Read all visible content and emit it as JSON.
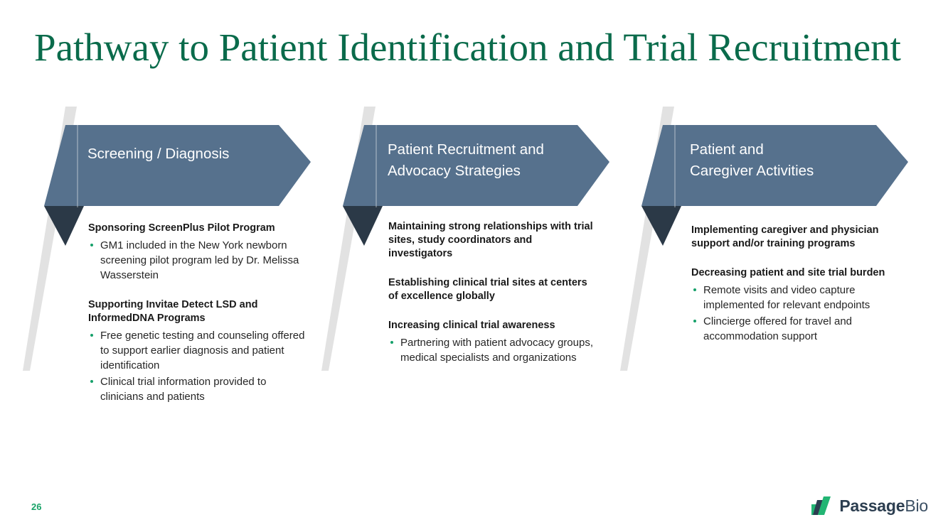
{
  "slide": {
    "title": "Pathway to Patient Identification and Trial Recruitment",
    "page_number": "26",
    "colors": {
      "title_green": "#0A6B4B",
      "banner_blue": "#56718D",
      "fold_navy": "#2B3947",
      "bullet_green": "#16A06A",
      "logo_green": "#22B573",
      "logo_navy": "#2C3E50"
    }
  },
  "columns": [
    {
      "banner_label": "Screening / Diagnosis",
      "blocks": [
        {
          "heading": "Sponsoring ScreenPlus Pilot Program",
          "bullets": [
            "GM1 included in the New York newborn screening pilot program led by Dr. Melissa Wasserstein"
          ]
        },
        {
          "heading": "Supporting Invitae Detect LSD and InformedDNA Programs",
          "bullets": [
            "Free genetic testing and counseling offered to support earlier diagnosis and patient identification",
            "Clinical trial information provided to clinicians and patients"
          ]
        }
      ]
    },
    {
      "banner_label": "Patient Recruitment and\nAdvocacy Strategies",
      "blocks": [
        {
          "heading": "Maintaining strong relationships with trial sites, study coordinators and investigators",
          "bullets": []
        },
        {
          "heading": "Establishing clinical trial sites at centers of excellence globally",
          "bullets": []
        },
        {
          "heading": "Increasing clinical trial awareness",
          "bullets": [
            "Partnering with patient advocacy groups, medical specialists and organizations"
          ]
        }
      ]
    },
    {
      "banner_label": "Patient and\nCaregiver Activities",
      "blocks": [
        {
          "heading": "Implementing caregiver and physician support and/or training programs",
          "bullets": []
        },
        {
          "heading": "Decreasing patient and site trial burden",
          "bullets": [
            "Remote visits and video capture implemented for relevant endpoints",
            "Clincierge offered for travel and accommodation support"
          ]
        }
      ]
    }
  ],
  "logo": {
    "word_1": "Passage",
    "word_2": "Bio",
    "mark_name": "passage-bio-mark"
  }
}
